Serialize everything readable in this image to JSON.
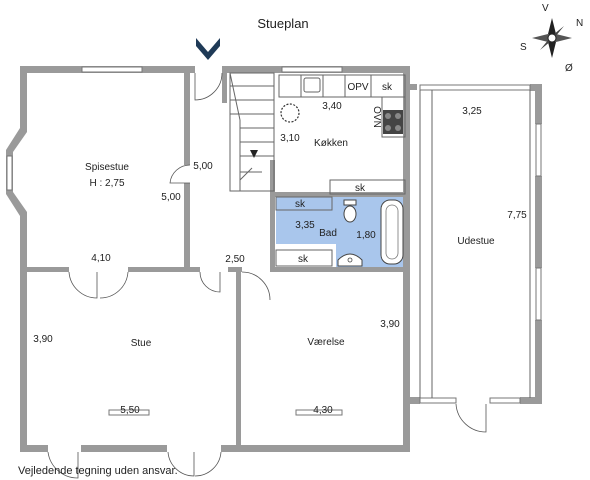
{
  "title": "Stueplan",
  "footer": "Vejledende tegning uden ansvar.",
  "compass": {
    "n": "N",
    "s": "S",
    "o": "Ø",
    "v": "V"
  },
  "rooms": {
    "spisestue": {
      "name": "Spisestue",
      "height": "H : 2,75",
      "dim_w": "5,00",
      "dim_d": "4,10"
    },
    "gang": {
      "dim_a": "5,00",
      "dim_b": "2,50"
    },
    "kokken": {
      "name": "Køkken",
      "dim_w": "3,40",
      "dim_d": "3,10"
    },
    "bad": {
      "name": "Bad",
      "dim_w": "3,35",
      "dim_d": "1,80"
    },
    "udestue": {
      "name": "Udestue",
      "dim_w": "3,25",
      "dim_d": "7,75"
    },
    "stue": {
      "name": "Stue",
      "dim_w": "5,50",
      "dim_d": "3,90"
    },
    "vaerelse": {
      "name": "Værelse",
      "dim_w": "4,30",
      "dim_d": "3,90"
    }
  },
  "fixtures": {
    "opv": "OPV",
    "sk": "sk",
    "ovn": "OVN"
  },
  "colors": {
    "wall": "#9a9a9a",
    "bathroom": "#a9c6ec",
    "entrance_marker": "#1f3a57"
  }
}
